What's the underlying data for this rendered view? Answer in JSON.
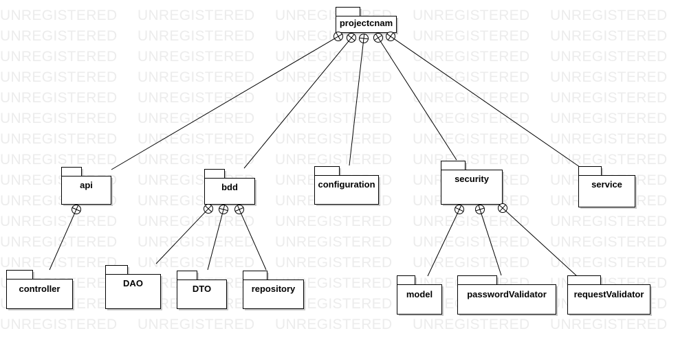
{
  "watermark": {
    "text": "UNREGISTERED"
  },
  "packages": [
    {
      "id": "projectcnam",
      "label": "projectcnam"
    },
    {
      "id": "api",
      "label": "api"
    },
    {
      "id": "bdd",
      "label": "bdd"
    },
    {
      "id": "configuration",
      "label": "configuration"
    },
    {
      "id": "security",
      "label": "security"
    },
    {
      "id": "service",
      "label": "service"
    },
    {
      "id": "controller",
      "label": "controller"
    },
    {
      "id": "DAO",
      "label": "DAO"
    },
    {
      "id": "DTO",
      "label": "DTO"
    },
    {
      "id": "repository",
      "label": "repository"
    },
    {
      "id": "model",
      "label": "model"
    },
    {
      "id": "passwordValidator",
      "label": "passwordValidator"
    },
    {
      "id": "requestValidator",
      "label": "requestValidator"
    }
  ],
  "containment": [
    {
      "parent": "projectcnam",
      "child": "api"
    },
    {
      "parent": "projectcnam",
      "child": "bdd"
    },
    {
      "parent": "projectcnam",
      "child": "configuration"
    },
    {
      "parent": "projectcnam",
      "child": "security"
    },
    {
      "parent": "projectcnam",
      "child": "service"
    },
    {
      "parent": "api",
      "child": "controller"
    },
    {
      "parent": "bdd",
      "child": "DAO"
    },
    {
      "parent": "bdd",
      "child": "DTO"
    },
    {
      "parent": "bdd",
      "child": "repository"
    },
    {
      "parent": "security",
      "child": "model"
    },
    {
      "parent": "security",
      "child": "passwordValidator"
    },
    {
      "parent": "security",
      "child": "requestValidator"
    }
  ]
}
